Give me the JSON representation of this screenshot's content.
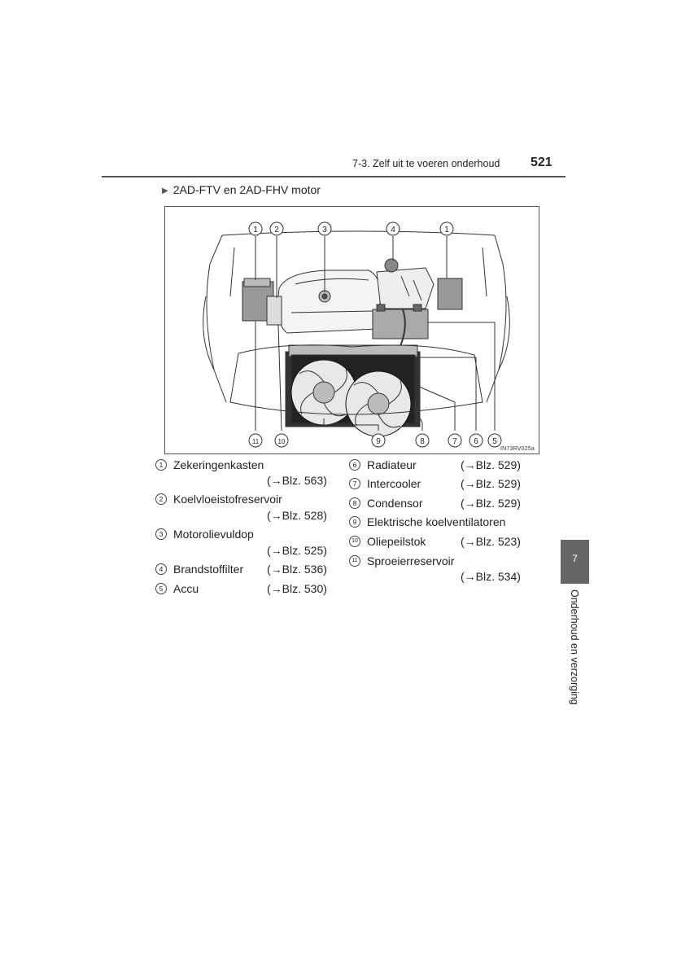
{
  "header": {
    "title": "7-3. Zelf uit te voeren onderhoud",
    "page_number": "521"
  },
  "section": {
    "title": "2AD-FTV en 2AD-FHV motor"
  },
  "figure": {
    "code": "IN73RV025a",
    "callouts_top": [
      "1",
      "2",
      "3",
      "4",
      "1"
    ],
    "callouts_bottom": [
      "11",
      "10",
      "9",
      "8",
      "7",
      "6",
      "5"
    ]
  },
  "items": [
    {
      "num": "1",
      "label": "Zekeringenkasten",
      "ref": "(→Blz. 563)"
    },
    {
      "num": "2",
      "label": "Koelvloeistofreservoir",
      "ref": "(→Blz. 528)"
    },
    {
      "num": "3",
      "label": "Motorolievuldop",
      "ref": "(→Blz. 525)"
    },
    {
      "num": "4",
      "label": "Brandstoffilter",
      "ref": "(→Blz. 536)"
    },
    {
      "num": "5",
      "label": "Accu",
      "ref": "(→Blz. 530)"
    },
    {
      "num": "6",
      "label": "Radiateur",
      "ref": "(→Blz. 529)"
    },
    {
      "num": "7",
      "label": "Intercooler",
      "ref": "(→Blz. 529)"
    },
    {
      "num": "8",
      "label": "Condensor",
      "ref": "(→Blz. 529)"
    },
    {
      "num": "9",
      "label": "Elektrische koelventilatoren",
      "ref": ""
    },
    {
      "num": "10",
      "label": "Oliepeilstok",
      "ref": "(→Blz. 523)"
    },
    {
      "num": "11",
      "label": "Sproeierreservoir",
      "ref": "(→Blz. 534)"
    }
  ],
  "side_tab": {
    "number": "7",
    "label": "Onderhoud en verzorging"
  }
}
